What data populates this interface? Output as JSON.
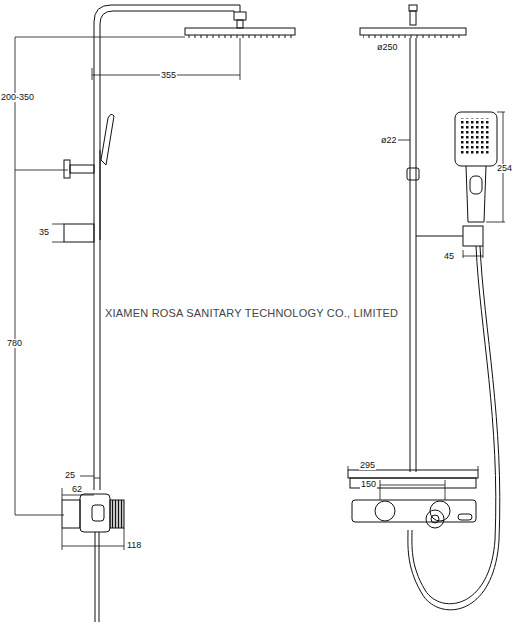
{
  "diagram": {
    "labels": [
      "355",
      "200-350",
      "35",
      "780",
      "25",
      "62",
      "118",
      "ø250",
      "ø22",
      "254",
      "45",
      "295",
      "150",
      "XIAMEN ROSA SANITARY TECHNOLOGY CO., LIMITED"
    ]
  }
}
